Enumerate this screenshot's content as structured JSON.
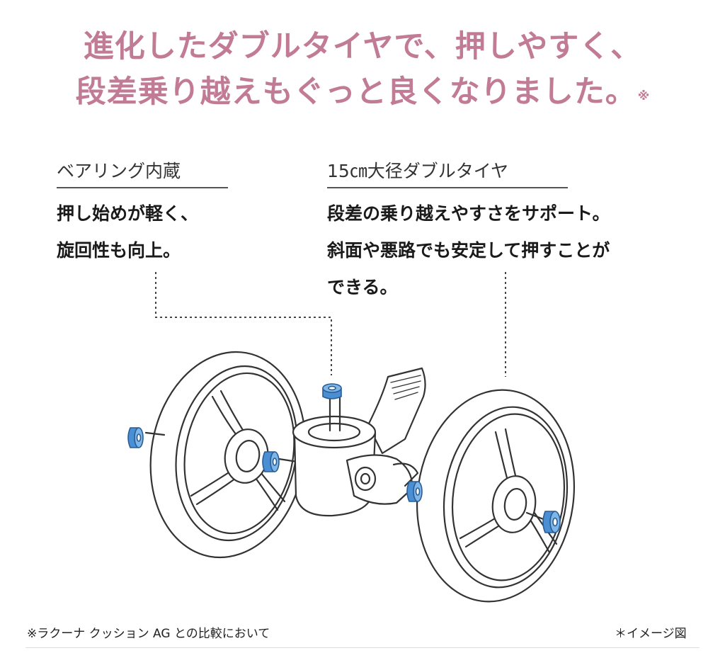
{
  "headline": {
    "line1": "進化したダブルタイヤで、押しやすく、",
    "line2": "段差乗り越えもぐっと良くなりました。",
    "note_mark": "※"
  },
  "features": [
    {
      "title": "ベアリング内蔵",
      "lines": [
        "押し始めが軽く、",
        "旋回性も向上。"
      ]
    },
    {
      "title": "15㎝大径ダブルタイヤ",
      "lines": [
        "段差の乗り越えやすさをサポート。",
        "斜面や悪路でも安定して押すことが",
        "できる。"
      ]
    }
  ],
  "illustration": {
    "bearing_color": "#4a8fd4",
    "line_color": "#333333",
    "fill_color": "#ffffff"
  },
  "footer": {
    "comparison_note": "※ラクーナ クッション AG との比較において",
    "image_note": "＊イメージ図"
  }
}
